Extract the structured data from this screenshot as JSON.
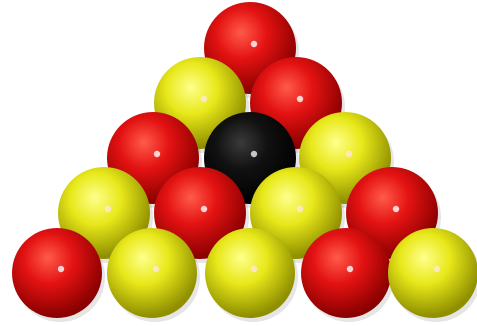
{
  "scene": {
    "subject": "racked-pool-balls",
    "background_color": "#ffffff",
    "ball_count": 15,
    "rows": [
      [
        "red"
      ],
      [
        "yellow",
        "red"
      ],
      [
        "red",
        "black",
        "yellow"
      ],
      [
        "yellow",
        "red",
        "yellow",
        "red"
      ],
      [
        "red",
        "yellow",
        "yellow",
        "red",
        "yellow"
      ]
    ],
    "colors": {
      "red": {
        "base": "#e31212",
        "light": "#ff5a4a",
        "dark": "#8a0000"
      },
      "yellow": {
        "base": "#e8e81a",
        "light": "#ffff8c",
        "dark": "#8f8f00"
      },
      "black": {
        "base": "#111111",
        "light": "#3a3a3a",
        "dark": "#000000"
      }
    }
  }
}
